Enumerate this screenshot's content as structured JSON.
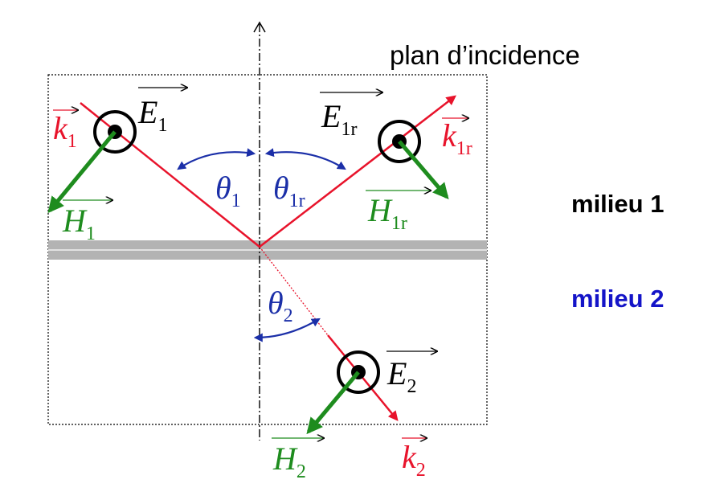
{
  "plane_label": "plan d’incidence",
  "medium_1": "milieu 1",
  "medium_2": "milieu 2",
  "labels": {
    "k1": {
      "base": "k",
      "sub": "1"
    },
    "E1": {
      "base": "E",
      "sub": "1"
    },
    "H1": {
      "base": "H",
      "sub": "1"
    },
    "theta1": {
      "base": "θ",
      "sub": "1"
    },
    "theta1r": {
      "base": "θ",
      "sub": "1r"
    },
    "E1r": {
      "base": "E",
      "sub": "1r"
    },
    "k1r": {
      "base": "k",
      "sub": "1r"
    },
    "H1r": {
      "base": "H",
      "sub": "1r"
    },
    "theta2": {
      "base": "θ",
      "sub": "2"
    },
    "E2": {
      "base": "E",
      "sub": "2"
    },
    "H2": {
      "base": "H",
      "sub": "2"
    },
    "k2": {
      "base": "k",
      "sub": "2"
    }
  },
  "colors": {
    "wave_vector": "#e8132b",
    "magnetic_field": "#1e8c1e",
    "angle": "#1b2fa8",
    "interface": "#b3b3b3",
    "medium_2_text": "#1414c8",
    "ink": "#000000"
  }
}
